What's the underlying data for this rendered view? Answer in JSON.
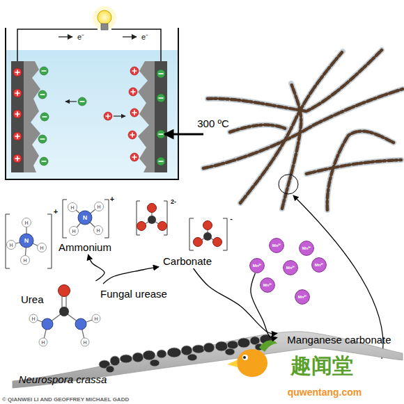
{
  "diagram": {
    "nodes": [
      {
        "text": [
          "Ammonium"
        ]
      },
      {
        "text": [
          "Carbonate"
        ]
      },
      {
        "text": [
          "Mn²⁺"
        ]
      },
      {
        "text": [
          "Mn²⁺"
        ]
      },
      {
        "text": [
          "Mn²⁺"
        ]
      },
      {
        "text": [
          "Mn²⁺"
        ]
      },
      {
        "text": [
          "Mn²⁺"
        ]
      },
      {
        "text": [
          "Mn²⁺"
        ]
      },
      {
        "text": [
          "Mn²⁺"
        ]
      },
      {
        "text": [
          "Urea"
        ]
      },
      {
        "text": [
          "Manganese carbonate"
        ]
      },
      {
        "text": [
          "Neurospora crassa"
        ]
      }
    ],
    "edges": [
      {
        "from": 9,
        "to": 0,
        "arrow": "to"
      },
      {
        "from": 9,
        "to": 1,
        "arrow": "to",
        "label": "Fungal urease"
      },
      {
        "from": 1,
        "to": 10,
        "arrow": "to"
      },
      {
        "from": 4,
        "to": 10,
        "arrow": "to"
      }
    ],
    "labels": [
      "e⁻",
      "e⁻",
      "300 ºC",
      "+",
      "+",
      "2-",
      "-",
      "N",
      "N",
      "H",
      "H",
      "H",
      "H",
      "H",
      "H",
      "H",
      "H",
      "H",
      "H",
      "H",
      "H",
      "© QIANWEI LI AND GEOFFREY MICHAEL GADD",
      "趣闻堂",
      "quwentang.com"
    ]
  }
}
